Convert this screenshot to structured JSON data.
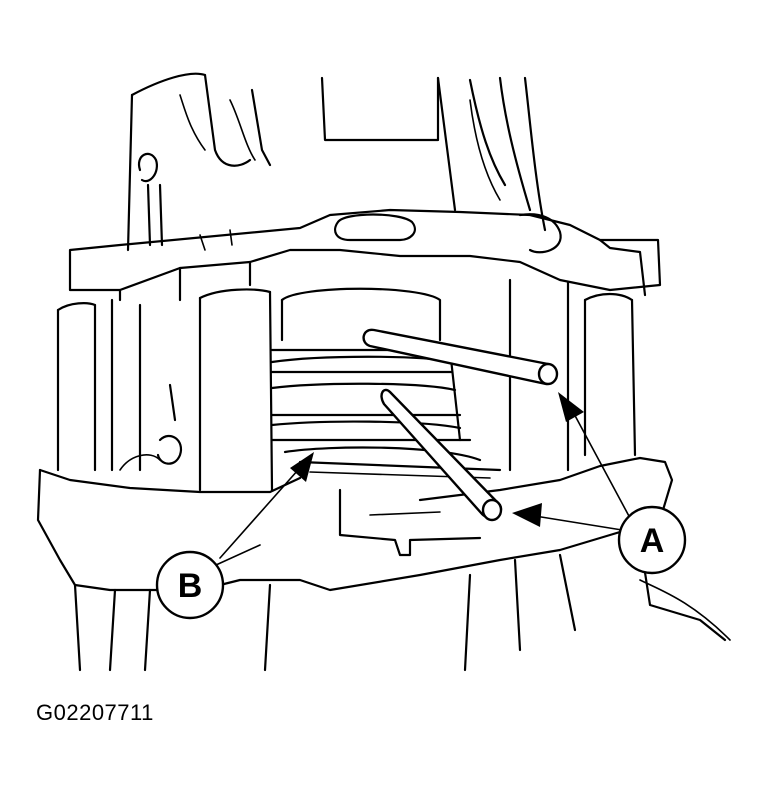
{
  "callouts": {
    "a": "A",
    "b": "B"
  },
  "figure_id": "G02207711",
  "colors": {
    "line": "#000000",
    "background": "#ffffff"
  }
}
